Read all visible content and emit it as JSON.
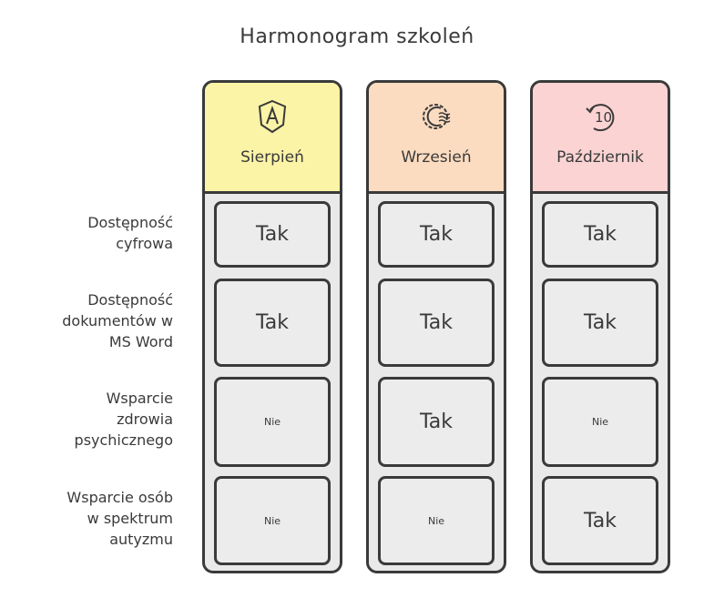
{
  "title": "Harmonogram szkoleń",
  "rows": [
    "Dostępność cyfrowa",
    "Dostępność dokumentów w MS Word",
    "Wsparcie zdrowia psychicznego",
    "Wsparcie osób w spektrum autyzmu"
  ],
  "row_lines": [
    [
      "Dostępność",
      "cyfrowa"
    ],
    [
      "Dostępność",
      "dokumentów w",
      "MS Word"
    ],
    [
      "Wsparcie",
      "zdrowia",
      "psychicznego"
    ],
    [
      "Wsparcie osób",
      "w spektrum",
      "autyzmu"
    ]
  ],
  "columns": [
    {
      "month": "Sierpień",
      "icon": "accessibility-a-shield-icon",
      "color": "#fbf3a6",
      "values": [
        "Tak",
        "Tak",
        "Nie",
        "Nie"
      ]
    },
    {
      "month": "Wrzesień",
      "icon": "gear-wave-icon",
      "color": "#fcdcc0",
      "values": [
        "Tak",
        "Tak",
        "Tak",
        "Nie"
      ]
    },
    {
      "month": "Październik",
      "icon": "replay-10-icon",
      "color": "#fbd3d3",
      "values": [
        "Tak",
        "Tak",
        "Nie",
        "Tak"
      ]
    }
  ]
}
